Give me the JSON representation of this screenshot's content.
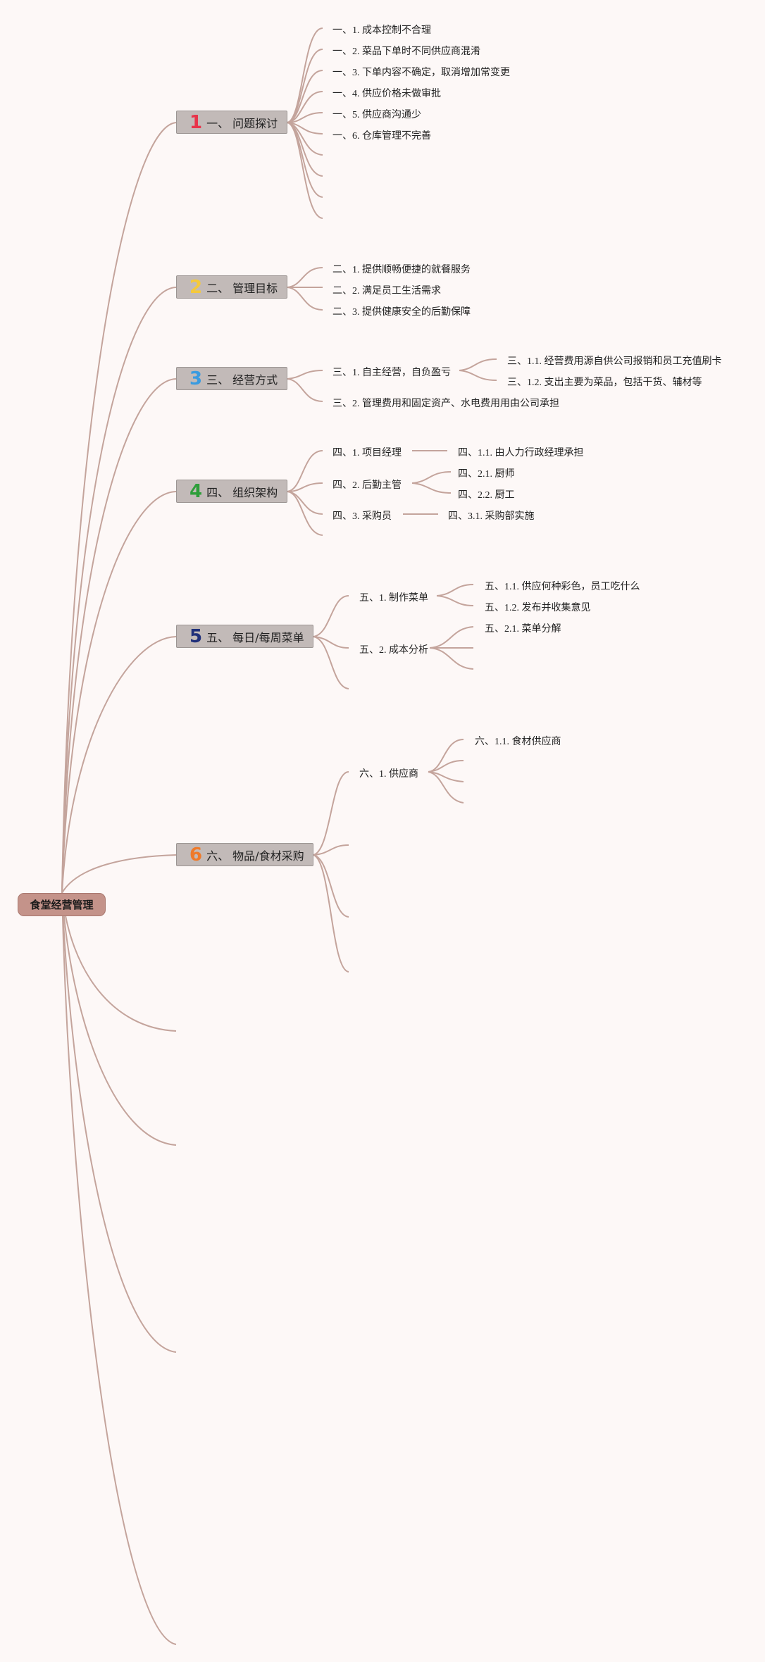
{
  "root": {
    "label": "食堂经营管理"
  },
  "topics": [
    {
      "num": "1",
      "num_color": "#e8344a",
      "label": "一、 问题探讨",
      "children": [
        "一、1. 成本控制不合理",
        "一、2. 菜品下单时不同供应商混淆",
        "一、3. 下单内容不确定，取消增加常变更",
        "一、4. 供应价格未做审批",
        "一、5. 供应商沟通少",
        "一、6. 仓库管理不完善"
      ]
    },
    {
      "num": "2",
      "num_color": "#f5c93b",
      "label": "二、 管理目标",
      "children": [
        "二、1. 提供顺畅便捷的就餐服务",
        "二、2. 满足员工生活需求",
        "二、3. 提供健康安全的后勤保障"
      ]
    },
    {
      "num": "3",
      "num_color": "#3a9be0",
      "label": "三、 经营方式",
      "children": [
        {
          "label": "三、1. 自主经营，自负盈亏",
          "children": [
            "三、1.1. 经营费用源自供公司报销和员工充值刷卡",
            "三、1.2. 支出主要为菜品，包括干货、辅材等"
          ]
        },
        "三、2. 管理费用和固定资产、水电费用用由公司承担"
      ]
    },
    {
      "num": "4",
      "num_color": "#2e9e3a",
      "label": "四、 组织架构",
      "children": [
        {
          "label": "四、1. 项目经理",
          "children": [
            "四、1.1. 由人力行政经理承担"
          ]
        },
        {
          "label": "四、2. 后勤主管",
          "children": [
            "四、2.1. 厨师",
            "四、2.2. 厨工"
          ]
        },
        {
          "label": "四、3. 采购员",
          "children": [
            "四、3.1. 采购部实施"
          ]
        }
      ]
    },
    {
      "num": "5",
      "num_color": "#1f2f7a",
      "label": "五、 每日/每周菜单",
      "children": [
        {
          "label": "五、1. 制作菜单",
          "children": [
            "五、1.1. 供应何种彩色，员工吃什么",
            "五、1.2. 发布并收集意见"
          ]
        },
        {
          "label": "五、2. 成本分析",
          "children": [
            "五、2.1. 菜单分解"
          ]
        }
      ]
    },
    {
      "num": "6",
      "num_color": "#ef7a2a",
      "label": "六、 物品/食材采购",
      "children": [
        {
          "label": "六、1. 供应商",
          "children": [
            "六、1.1. 食材供应商"
          ]
        }
      ]
    }
  ]
}
